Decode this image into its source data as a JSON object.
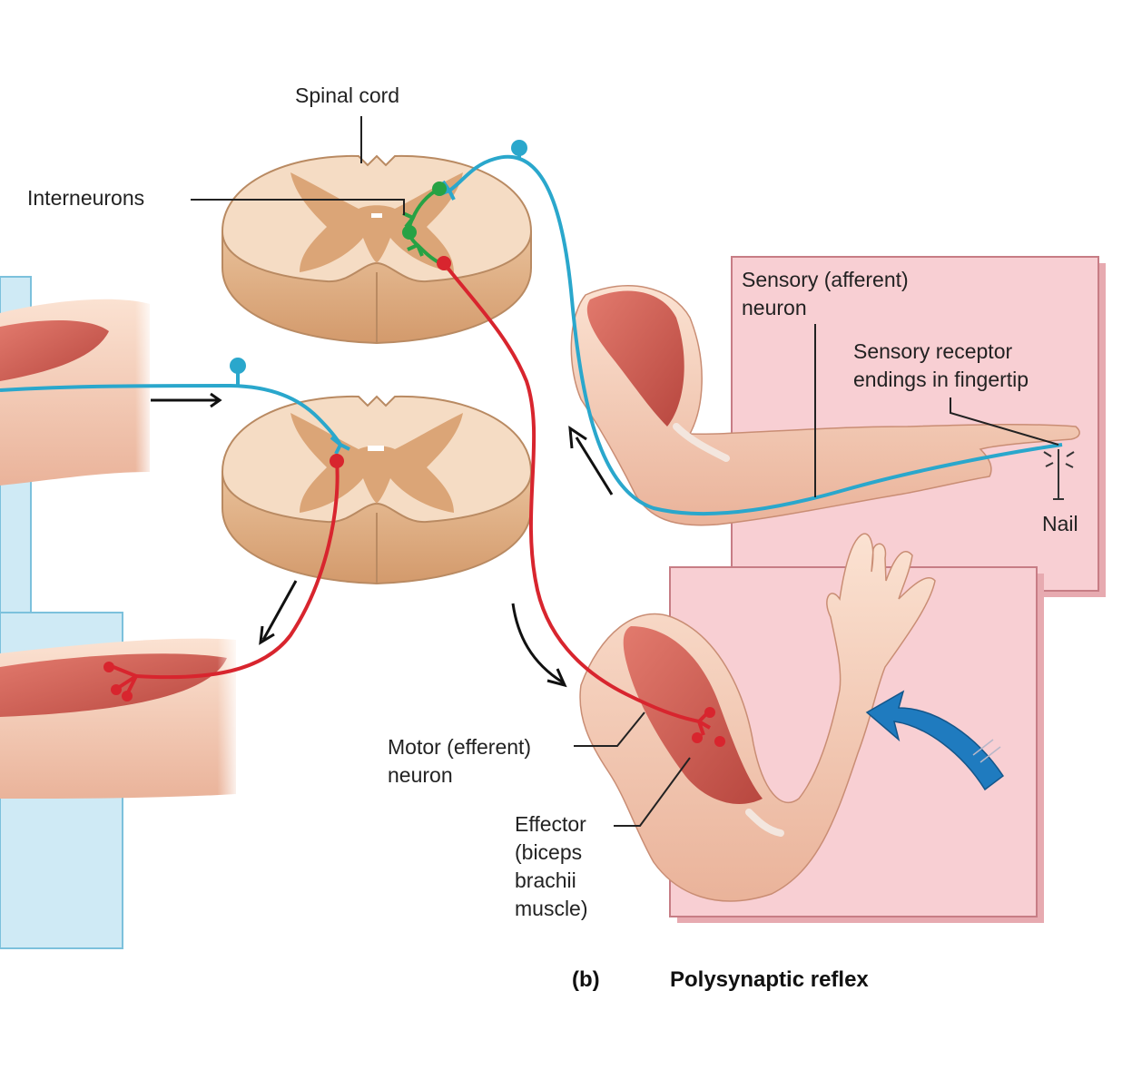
{
  "labels": {
    "spinal_cord": "Spinal cord",
    "interneurons": "Interneurons",
    "sensory_neuron": "Sensory (afferent)\nneuron",
    "sensory_receptor": "Sensory receptor\nendings in fingertip",
    "nail": "Nail",
    "motor_neuron": "Motor (efferent)\nneuron",
    "effector": "Effector\n(biceps\nbrachii\nmuscle)"
  },
  "caption": {
    "panel": "(b)",
    "title": "Polysynaptic reflex"
  },
  "colors": {
    "sensory": "#2aa7cc",
    "motor": "#d8252e",
    "interneuron": "#27a244",
    "panel_pink": "#f8cfd3",
    "panel_blue": "#cfeaf5",
    "cord_outer": "#f5dcc4",
    "cord_gray_matter": "#dba577",
    "arrow_blue": "#1f7bbf"
  }
}
